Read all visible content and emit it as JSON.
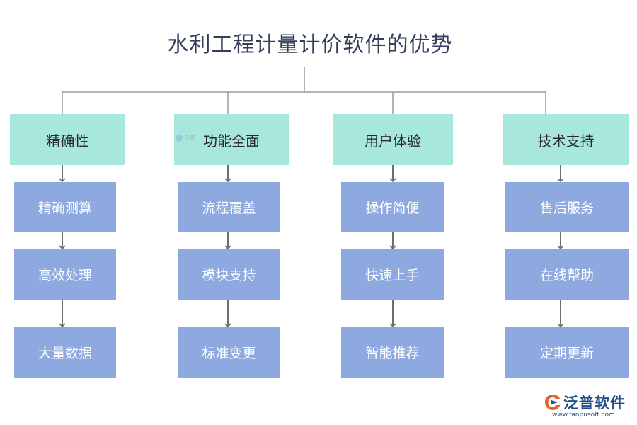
{
  "title": "水利工程计量计价软件的优势",
  "columns": [
    {
      "category": "精确性",
      "items": [
        "精确测算",
        "高效处理",
        "大量数据"
      ]
    },
    {
      "category": "功能全面",
      "items": [
        "流程覆盖",
        "模块支持",
        "标准变更"
      ]
    },
    {
      "category": "用户体验",
      "items": [
        "操作简便",
        "快速上手",
        "智能推荐"
      ]
    },
    {
      "category": "技术支持",
      "items": [
        "售后服务",
        "在线帮助",
        "定期更新"
      ]
    }
  ],
  "watermark": "泛普",
  "logo": {
    "name": "泛普软件",
    "url": "www.fanpusoft.com"
  },
  "colors": {
    "category_bg": "#a8e7dc",
    "item_bg": "#8ea9df",
    "connector": "#9a9a9a",
    "arrow": "#6e6e6e"
  }
}
